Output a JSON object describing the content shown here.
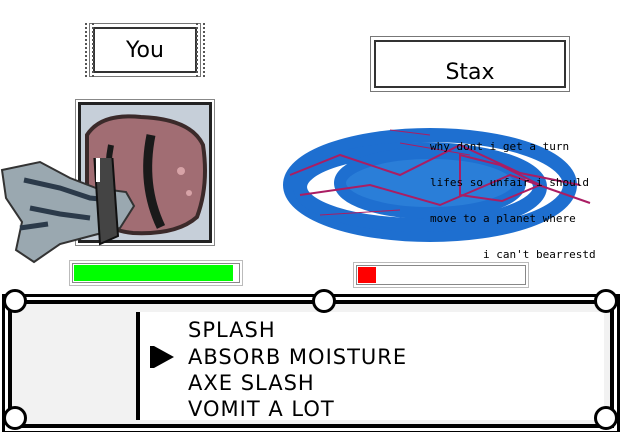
{
  "player": {
    "name": "You",
    "hp_fraction": 0.96,
    "hp_color": "#00ff00"
  },
  "enemy": {
    "name": "Stax",
    "hp_fraction": 0.11,
    "hp_color": "#ff0000"
  },
  "speech": {
    "lines": [
      "why dont i get a turn",
      "lifes so unfair i should",
      "move to a planet where",
      "        i can't bearrestd"
    ]
  },
  "moves": [
    "SPLASH",
    "ABSORB MOISTURE",
    "AXE SLASH",
    "VOMIT A  LOT"
  ],
  "selected_move": 1,
  "colors": {
    "menu_border": "#000000",
    "portrait_flesh": "#a16d73",
    "enemy_scribble": "#1e6fd0"
  },
  "icons": {
    "cursor": "triangle-cursor-icon"
  }
}
